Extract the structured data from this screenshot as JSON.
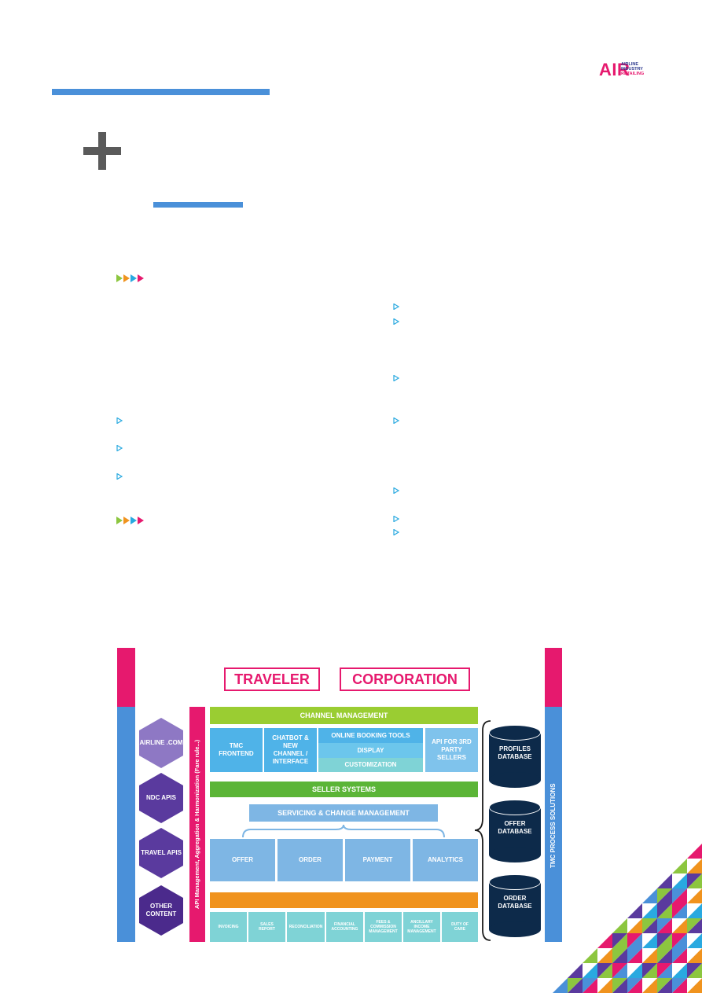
{
  "logo": {
    "mark": "AIR",
    "line1": "AIRLINE",
    "line2": "INDUSTRY",
    "line3": "RETAILING"
  },
  "colors": {
    "accent_blue": "#4a90d9",
    "magenta": "#e6196e",
    "lime": "#9acd32",
    "green": "#5bb537",
    "orange": "#f0931e",
    "teal": "#7fd3d6",
    "light_blue": "#7eb6e4",
    "sky": "#4fb3e8",
    "navy": "#0d2a4a",
    "purple_dark": "#4b2a8c",
    "purple_light": "#8e78c4"
  },
  "icons": [
    "plus-icon",
    "triangle-arrows-icon",
    "bullet-arrow-icon",
    "database-icon",
    "brace-icon"
  ],
  "diagram": {
    "traveler": "TRAVELER",
    "corporation": "CORPORATION",
    "channel_management": "CHANNEL MANAGEMENT",
    "tmc_frontend": "TMC FRONTEND",
    "chatbot": "CHATBOT & NEW CHANNEL / INTERFACE",
    "online_booking_tools": "ONLINE BOOKING TOOLS",
    "display": "DISPLAY",
    "customization": "CUSTOMIZATION",
    "api_sellers": "API FOR 3RD PARTY SELLERS",
    "seller_systems": "SELLER SYSTEMS",
    "servicing": "SERVICING & CHANGE MANAGEMENT",
    "offer": "OFFER",
    "order": "ORDER",
    "payment": "PAYMENT",
    "analytics": "ANALYTICS",
    "invoicing": "INVOICING",
    "sales_report": "SALES REPORT",
    "reconciliation": "RECONCILIATION",
    "financial_accounting": "FINANCIAL ACCOUNTING",
    "fees_commission": "FEES & COMMISSION MANAGEMENT",
    "ancillary": "ANCILLARY INCOME MANAGEMENT",
    "duty_of_care": "DUTY OF CARE",
    "api_management": "API Management, Aggregation & Harmonization (Fare rule...)",
    "tmc_process": "TMC PROCESS SOLUTIONS",
    "sources": [
      "AIRLINE .COM",
      "NDC APIS",
      "TRAVEL APIS",
      "OTHER CONTENT"
    ],
    "databases": [
      "PROFILES DATABASE",
      "OFFER DATABASE",
      "ORDER DATABASE"
    ]
  }
}
